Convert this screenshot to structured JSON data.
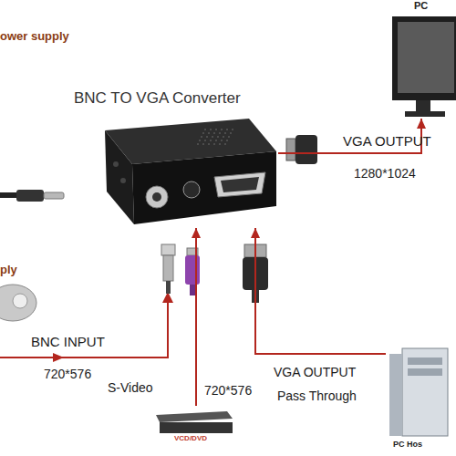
{
  "diagram": {
    "nodes": [
      {
        "text": [
          "BNC TO VGA Converter"
        ]
      },
      {
        "text": [
          "PC"
        ]
      },
      {
        "text": [
          "VCD/DVD"
        ]
      },
      {
        "text": [
          "PC Hos"
        ]
      }
    ],
    "edges": [
      {
        "from": 0,
        "to": 1,
        "label": "VGA OUTPUT",
        "arrow": "to"
      },
      {
        "from": 2,
        "to": 0,
        "label": "S-Video",
        "arrow": "to"
      },
      {
        "from": 3,
        "to": 0,
        "label": "VGA OUTPUT",
        "arrow": "to"
      }
    ],
    "labels": [
      "ower supply",
      "1280*1024",
      "ply",
      "BNC INPUT",
      "720*576",
      "720*576",
      "Pass Through"
    ]
  }
}
